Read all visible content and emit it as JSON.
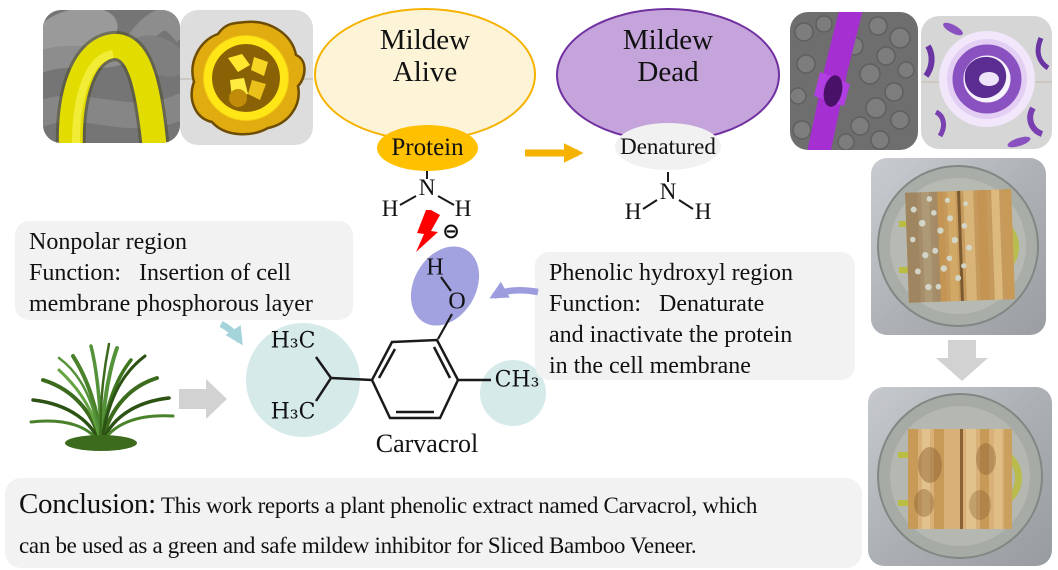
{
  "colors": {
    "accent_orange": "#F5B200",
    "protein_orange": "#FFC000",
    "accent_purple": "#7030A0",
    "mildew_dead_fill": "#C5A4DC",
    "mildew_alive_fill": "#FDF4D8",
    "hydroxyl_fill": "#A2A2E1",
    "teal_highlight": "#D7EAEA",
    "callout_grey": "#F2F2F2",
    "arrow_grey": "#D2D2D2",
    "bolt_red": "#FE0000",
    "arrow_light_blue": "#A5D3DA",
    "arrow_periwinkle": "#9C9CDE"
  },
  "diagram": {
    "mildew_alive": {
      "line1": "Mildew",
      "line2": "Alive"
    },
    "protein_label": "Protein",
    "mildew_dead": {
      "line1": "Mildew",
      "line2": "Dead"
    },
    "denatured_label": "Denatured",
    "amine_left": {
      "n": "N",
      "h_left": "H",
      "h_right": "H"
    },
    "amine_right": {
      "n": "N",
      "h_left": "H",
      "h_right": "H"
    },
    "charge_symbol": "⊖",
    "hydroxyl": {
      "h": "H",
      "o": "O"
    },
    "molecule": {
      "isopropyl_top": "H₃C",
      "isopropyl_bottom": "H₃C",
      "methyl": "CH₃",
      "name": "Carvacrol"
    }
  },
  "callouts": {
    "nonpolar": {
      "lines": [
        "Nonpolar region",
        "Function:   Insertion of cell",
        "membrane phosphorous layer"
      ]
    },
    "phenolic": {
      "lines": [
        "Phenolic hydroxyl region",
        "Function:   Denaturate",
        "and inactivate the protein",
        "in the cell membrane"
      ]
    }
  },
  "conclusion": {
    "label": "Conclusion:",
    "line1": " This work reports a plant phenolic extract named Carvacrol, which",
    "line2": "can be used as a green and safe mildew inhibitor for Sliced Bamboo Veneer."
  }
}
